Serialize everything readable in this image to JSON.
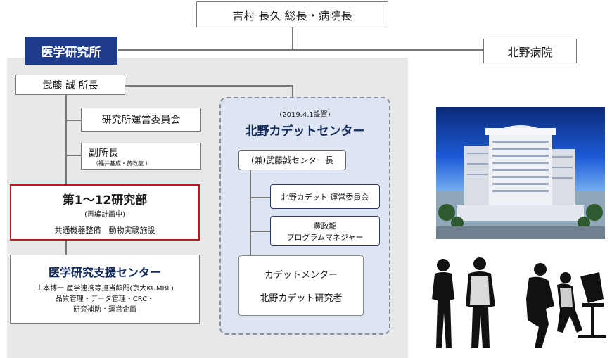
{
  "top": {
    "director": "吉村 長久 総長・病院長",
    "institute": "医学研究所",
    "hospital": "北野病院"
  },
  "left": {
    "head": "武藤 誠 所長",
    "committee": "研究所運営委員会",
    "vice_title": "副所長",
    "vice_names": "（福井基成・黄政龍 ）",
    "dept_title": "第1〜12研究部",
    "dept_note": "(再編計画中)",
    "dept_facilities": "共通機器整備　動物実験施設",
    "support_title": "医学研究支援センター",
    "support_line1": "山本博一 産学連携等担当顧問(京大KUMBL)",
    "support_line2": "品質管理・データ管理・CRC・",
    "support_line3": "研究補助・運営企画"
  },
  "center": {
    "date": "(2019.4.1設置)",
    "title": "北野カデットセンター",
    "head": "(兼)武藤誠センター長",
    "committee": "北野カデット 運営委員会",
    "manager_line1": "黄政龍",
    "manager_line2": "プログラムマネジャー",
    "mentor": "カデットメンター",
    "researcher": "北野カデット研究者"
  },
  "colors": {
    "institute_bg": "#1f3c8c",
    "dept_border": "#c0161c",
    "panel_gray": "#e8e8e8",
    "panel_blue": "#dde4f2",
    "navy": "#122a5c"
  }
}
